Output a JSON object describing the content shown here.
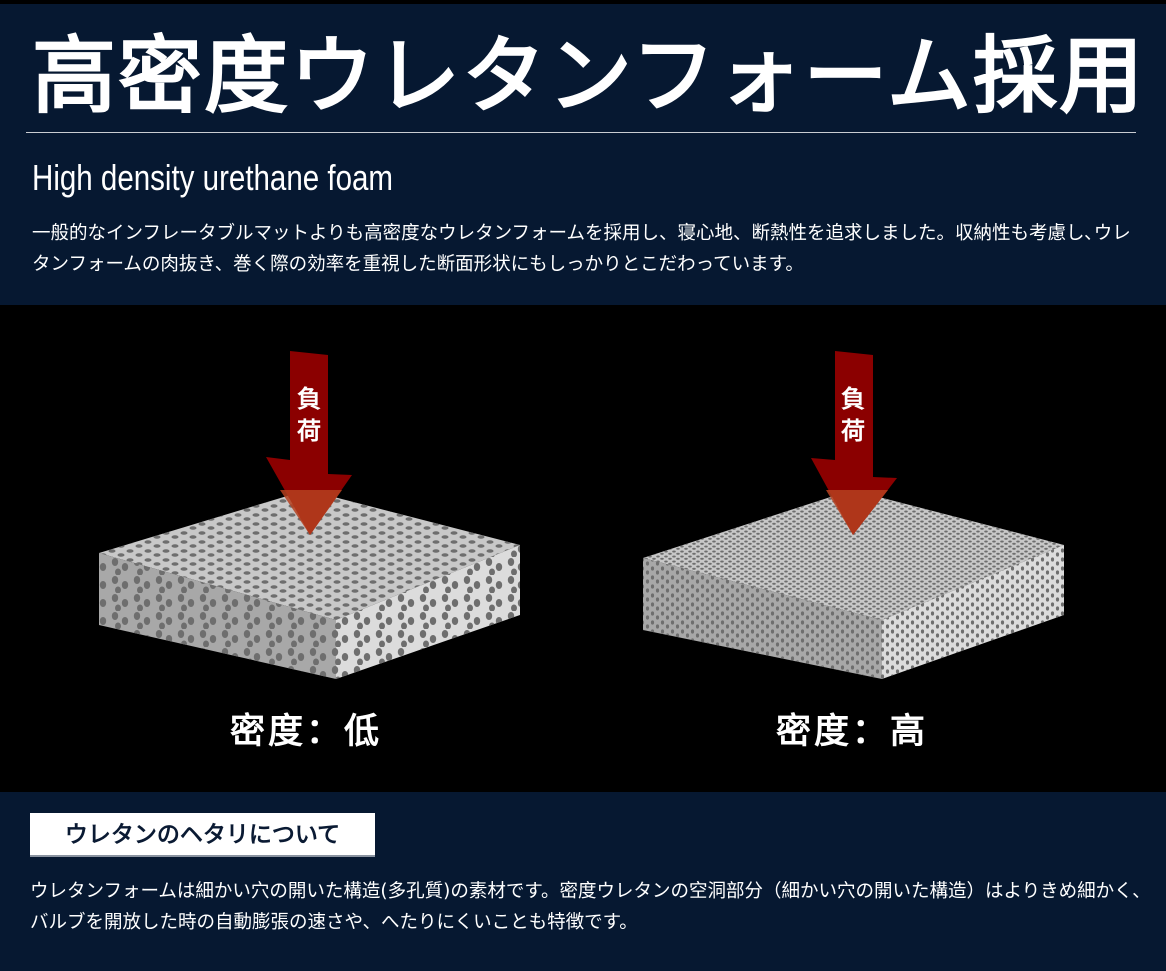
{
  "header": {
    "title": "高密度ウレタンフォーム採用",
    "subtitle": "High density urethane foam",
    "description": "一般的なインフレータブルマットよりも高密度なウレタンフォームを採用し、寝心地、断熱性を追求しました。収納性も考慮し､ウレタンフォームの肉抜き、巻く際の効率を重視した断面形状にもしっかりとこだわっています。"
  },
  "comparison": {
    "load_label_chars": [
      "負",
      "荷"
    ],
    "left": {
      "label": "密度：低",
      "density": "low"
    },
    "right": {
      "label": "密度：高",
      "density": "high"
    },
    "colors": {
      "arrow": "#8b0000",
      "arrow_overlay": "#b5401e",
      "foam_top": "#c8c8c8",
      "foam_left": "#a8a8a8",
      "foam_right": "#dcdcdc",
      "pores": "#6e6e6e"
    }
  },
  "section": {
    "label": "ウレタンのヘタリについて",
    "body": "ウレタンフォームは細かい穴の開いた構造(多孔質)の素材です。密度ウレタンの空洞部分（細かい穴の開いた構造）はよりきめ細かく､バルブを開放した時の自動膨張の速さや、へたりにくいことも特徴です。"
  },
  "theme": {
    "navy": "#061831",
    "black": "#000000"
  }
}
